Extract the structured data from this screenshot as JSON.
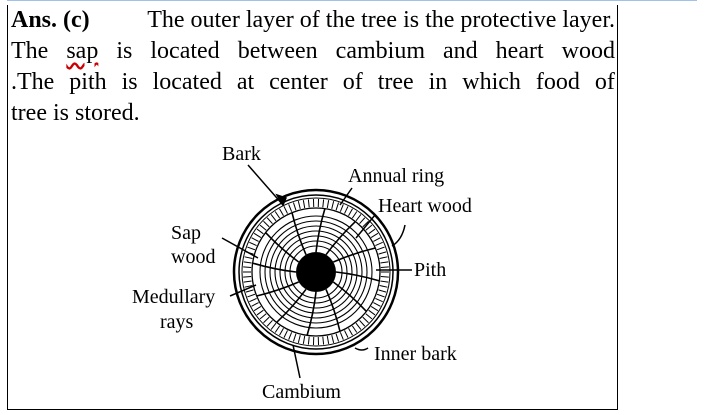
{
  "answer": {
    "prefix": "Ans. (c)",
    "sentence1_rest": "The outer layer of the tree is the protective layer.",
    "line2_words": [
      "The",
      "sap",
      "is",
      "located",
      "between",
      "cambium",
      "and",
      "heart",
      "wood"
    ],
    "line3_words": [
      ".The",
      "pith",
      "is",
      "located",
      "at",
      "center",
      "of",
      "tree",
      "in",
      "which",
      "food",
      "of"
    ],
    "line4": "tree is stored."
  },
  "diagram": {
    "labels": {
      "bark": "Bark",
      "annual_ring": "Annual ring",
      "heart_wood": "Heart wood",
      "sap_wood_line1": "Sap",
      "sap_wood_line2": "wood",
      "pith": "Pith",
      "medullary_line1": "Medullary",
      "medullary_line2": "rays",
      "inner_bark": "Inner bark",
      "cambium": "Cambium"
    }
  }
}
